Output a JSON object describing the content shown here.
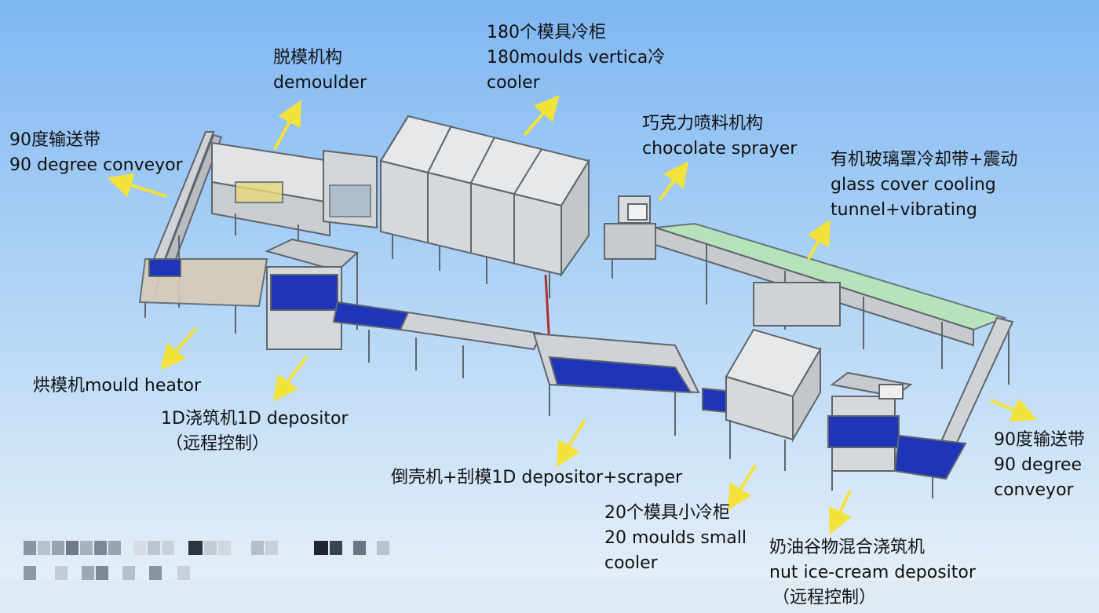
{
  "labels": {
    "conveyor_left": {
      "zh": "90度输送带",
      "en": "90 degree conveyor"
    },
    "demoulder": {
      "zh": "脱模机构",
      "en": "demoulder"
    },
    "cooler_180": {
      "zh": "180个模具冷柜",
      "en": "180moulds vertica冷",
      "en2": "cooler"
    },
    "sprayer": {
      "zh": "巧克力喷料机构",
      "en": "chocolate sprayer"
    },
    "cooling_tunnel": {
      "zh": "有机玻璃罩冷却带+震动",
      "en": "glass cover cooling",
      "en2": "tunnel+vibrating"
    },
    "mould_heater": {
      "text": "烘模机mould heator"
    },
    "depositor_1d": {
      "text": "1D浇筑机1D depositor",
      "note": "（远程控制）"
    },
    "scraper": {
      "text": "倒壳机+刮模1D depositor+scraper"
    },
    "small_cooler": {
      "zh": "20个模具小冷柜",
      "en": "20 moulds small",
      "en2": "cooler"
    },
    "nut_depositor": {
      "zh": "奶油谷物混合浇筑机",
      "en": "nut ice-cream depositor",
      "note": "（远程控制）"
    },
    "conveyor_right": {
      "zh": "90度输送带",
      "en": "90 degree",
      "en2": "conveyor"
    }
  },
  "colors": {
    "arrow": "#f2e23a",
    "machine_body": "#d9dcdf",
    "machine_edge": "#6f767d",
    "conveyor_blue": "#1f35b8",
    "glass_green": "#b9e6b0"
  }
}
